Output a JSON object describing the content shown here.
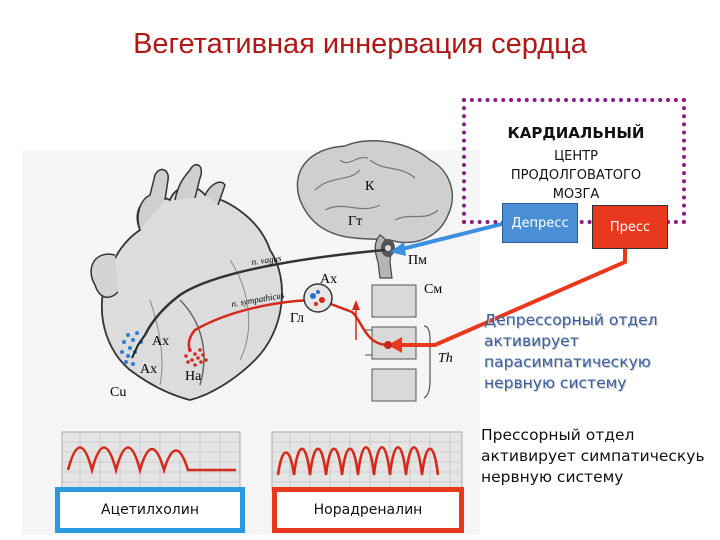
{
  "title": "Вегетативная иннервация сердца",
  "center": {
    "line1": "КАРДИАЛЬНЫЙ",
    "line2": "ЦЕНТР",
    "line3": "ПРОДОЛГОВАТОГО",
    "line4": "МОЗГА",
    "depress_label": "Депресс",
    "press_label": "Пресс"
  },
  "notes": {
    "depressor": "Депрессорный отдел активирует парасимпатическую нервную систему",
    "pressor": "Прессорный отдел активирует симпатическуь нервную систему"
  },
  "mediators": {
    "acetylcholine": "Ацетилхолин",
    "noradrenaline": "Норадреналин"
  },
  "figure_labels": {
    "cortex": "К",
    "hypothalamus": "Гт",
    "medulla": "Пм",
    "cervical": "См",
    "thoracic": "Th",
    "ganglion": "Гл",
    "ax_top": "Ax",
    "ax_left1": "Ax",
    "ax_left2": "Ax",
    "na": "На",
    "cu": "Сu",
    "vagus": "n. vagus",
    "sympathicus": "n. sympathicus"
  },
  "colors": {
    "title": "#b01818",
    "frame": "#8b1a8b",
    "depress": "#4a8fd6",
    "press": "#e8391e",
    "acetylcholine_border": "#2a9be0",
    "noradrenaline_border": "#e8391e",
    "depressor_note": "#3a5fa0"
  }
}
